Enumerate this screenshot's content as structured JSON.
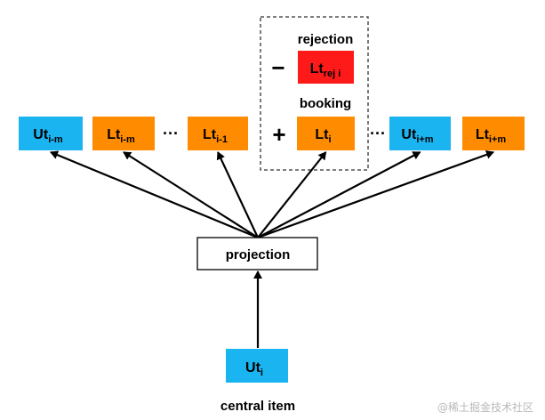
{
  "colors": {
    "user_token": "#1ab4f0",
    "listing_token": "#ff8c00",
    "rejection_token": "#ff1a1a",
    "projection_fill": "#ffffff",
    "line": "#000000",
    "dashed_border": "#333333"
  },
  "diagram": {
    "context_tokens": [
      {
        "base": "Ut",
        "sub": "i-m",
        "kind": "user"
      },
      {
        "base": "Lt",
        "sub": "i-m",
        "kind": "listing"
      },
      {
        "base": "Lt",
        "sub": "i-1",
        "kind": "listing"
      },
      {
        "base": "Lt",
        "sub": "i",
        "kind": "listing"
      },
      {
        "base": "Ut",
        "sub": "i+m",
        "kind": "user"
      },
      {
        "base": "Lt",
        "sub": "i+m",
        "kind": "listing"
      }
    ],
    "ellipsis_left": "···",
    "ellipsis_right": "···",
    "rejection_token": {
      "base": "Lt",
      "sub": "rej i"
    },
    "rejection_label": "rejection",
    "booking_label": "booking",
    "minus_sign": "−",
    "plus_sign": "+",
    "projection_label": "projection",
    "central_token": {
      "base": "Ut",
      "sub": "i"
    },
    "central_caption": "central item"
  },
  "watermark": "@稀土掘金技术社区"
}
